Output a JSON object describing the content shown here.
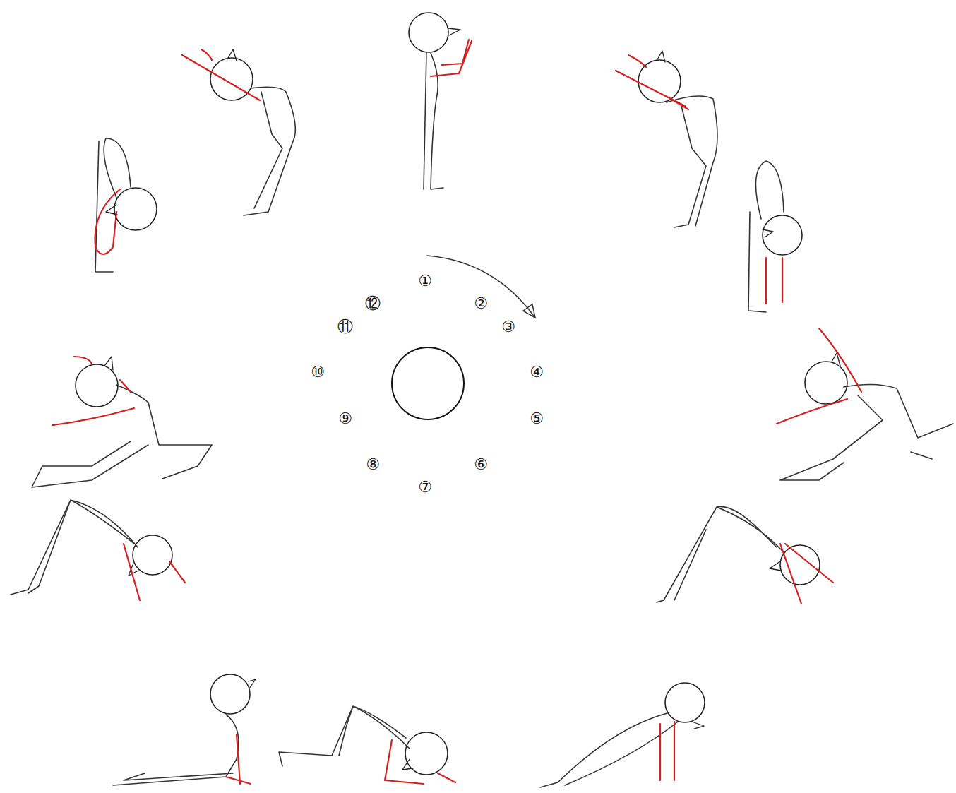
{
  "diagram": {
    "labels": [
      "①",
      "②",
      "③",
      "④",
      "⑤",
      "⑥",
      "⑦",
      "⑧",
      "⑨",
      "⑩",
      "⑪",
      "⑫"
    ]
  }
}
